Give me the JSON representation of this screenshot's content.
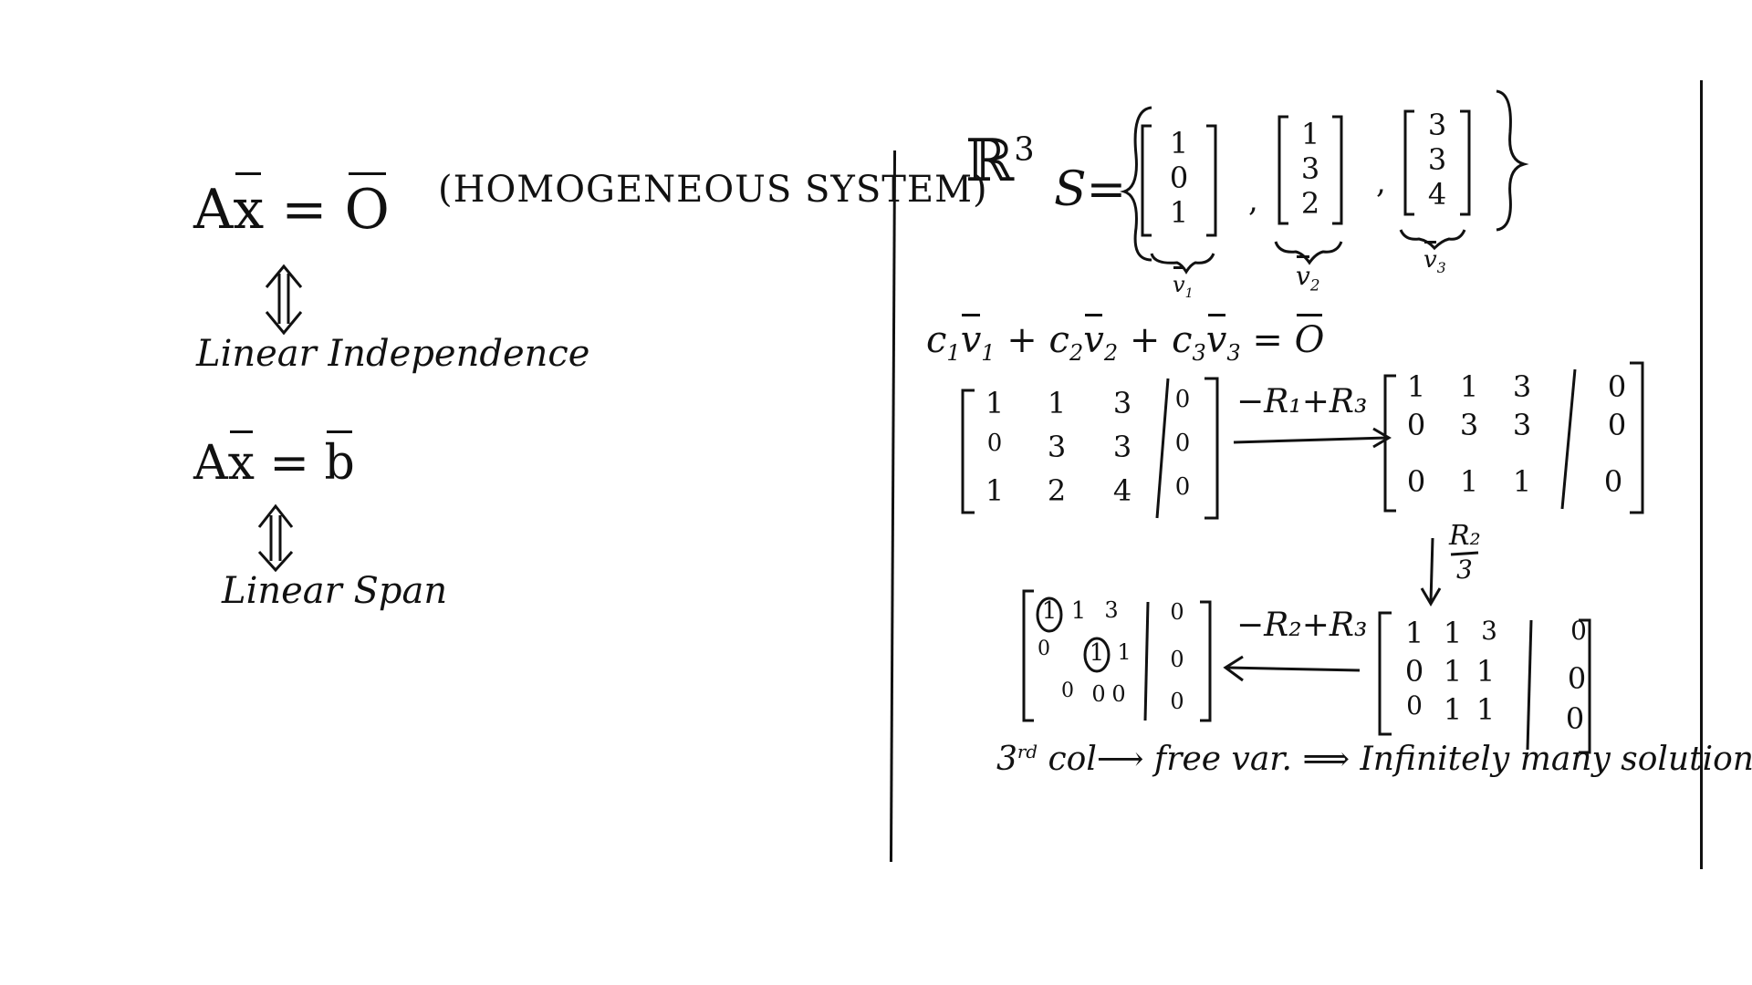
{
  "left": {
    "eq1": {
      "lhs_a": "A",
      "lhs_x": "x",
      "equals": "=",
      "rhs": "O"
    },
    "eq1_note": "(HOMOGENEOUS SYSTEM)",
    "eq1_meaning": "Linear Independence",
    "eq2": {
      "lhs_a": "A",
      "lhs_x": "x",
      "equals": "=",
      "rhs": "b"
    },
    "eq2_meaning": "Linear Span"
  },
  "right": {
    "space": "ℝ",
    "space_exp": "3",
    "set_label": "S=",
    "vectors": [
      {
        "name": "v",
        "sub": "1",
        "entries": [
          "1",
          "0",
          "1"
        ]
      },
      {
        "name": "v",
        "sub": "2",
        "entries": [
          "1",
          "3",
          "2"
        ]
      },
      {
        "name": "v",
        "sub": "3",
        "entries": [
          "3",
          "3",
          "4"
        ]
      }
    ],
    "lin_comb": {
      "c1": "c",
      "s1": "1",
      "v1": "v",
      "vs1": "1",
      "plus": "+",
      "c2": "c",
      "s2": "2",
      "v2": "v",
      "vs2": "2",
      "c3": "c",
      "s3": "3",
      "v3": "v",
      "vs3": "3",
      "equals": "=",
      "rhs": "O"
    },
    "matrix1": [
      [
        "1",
        "1",
        "3",
        "0"
      ],
      [
        "0",
        "3",
        "3",
        "0"
      ],
      [
        "1",
        "2",
        "4",
        "0"
      ]
    ],
    "op1": "−R₁+R₃",
    "matrix2": [
      [
        "1",
        "1",
        "3",
        "0"
      ],
      [
        "0",
        "3",
        "3",
        "0"
      ],
      [
        "0",
        "1",
        "1",
        "0"
      ]
    ],
    "op2_num": "R₂",
    "op2_den": "3",
    "matrix3": [
      [
        "1",
        "1",
        "3",
        "0"
      ],
      [
        "0",
        "1",
        "1",
        "0"
      ],
      [
        "0",
        "1",
        "1",
        "0"
      ]
    ],
    "op3": "−R₂+R₃",
    "matrix4": [
      [
        "1",
        "1",
        "3",
        "0"
      ],
      [
        "0",
        "1",
        "1",
        "0"
      ],
      [
        "0",
        "0",
        "0",
        "0"
      ]
    ],
    "conclusion": {
      "ordinal": "3",
      "ordinal_sup": "rd",
      "text1": "col",
      "arrow": "⟶",
      "text2": "free var.",
      "implies": "⟹",
      "text3": "Infinitely many solutions."
    }
  }
}
